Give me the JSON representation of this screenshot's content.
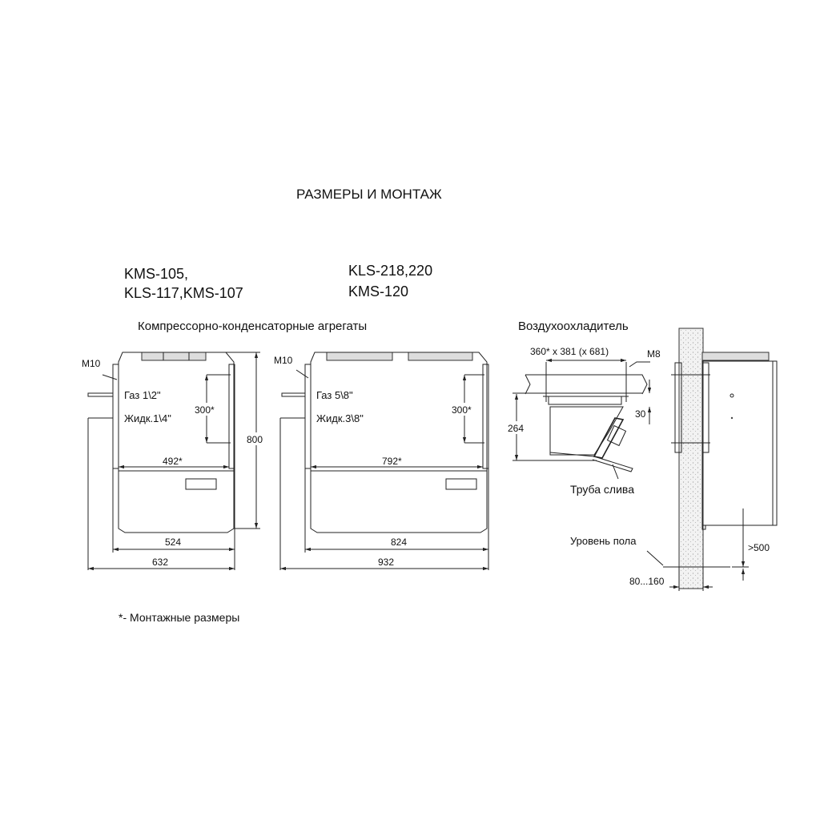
{
  "title": "РАЗМЕРЫ  И  МОНТАЖ",
  "models_left": [
    "KMS-105,",
    "KLS-117,KMS-107"
  ],
  "models_right": [
    "KLS-218,220",
    "KMS-120"
  ],
  "subtitle_units": "Компрессорно-конденсаторные агрегаты",
  "subtitle_cooler": "Воздухоохладитель",
  "unit1": {
    "bolt": "M10",
    "gas": "Газ 1\\2\"",
    "liquid": "Жидк.1\\4\"",
    "mount_v": "300*",
    "mount_h": "492*",
    "height": "800",
    "width_body": "524",
    "width_total": "632"
  },
  "unit2": {
    "bolt": "M10",
    "gas": "Газ  5\\8\"",
    "liquid": "Жидк.3\\8\"",
    "mount_v": "300*",
    "mount_h": "792*",
    "width_body": "824",
    "width_total": "932"
  },
  "cooler": {
    "dims": "360* x  381  (x 681)",
    "bolt": "M8",
    "height": "264",
    "gap": "30",
    "drain": "Труба слива"
  },
  "wall": {
    "floor": "Уровень  пола",
    "clearance": ">500",
    "thickness": "80...160"
  },
  "footnote": "*- Монтажные размеры"
}
